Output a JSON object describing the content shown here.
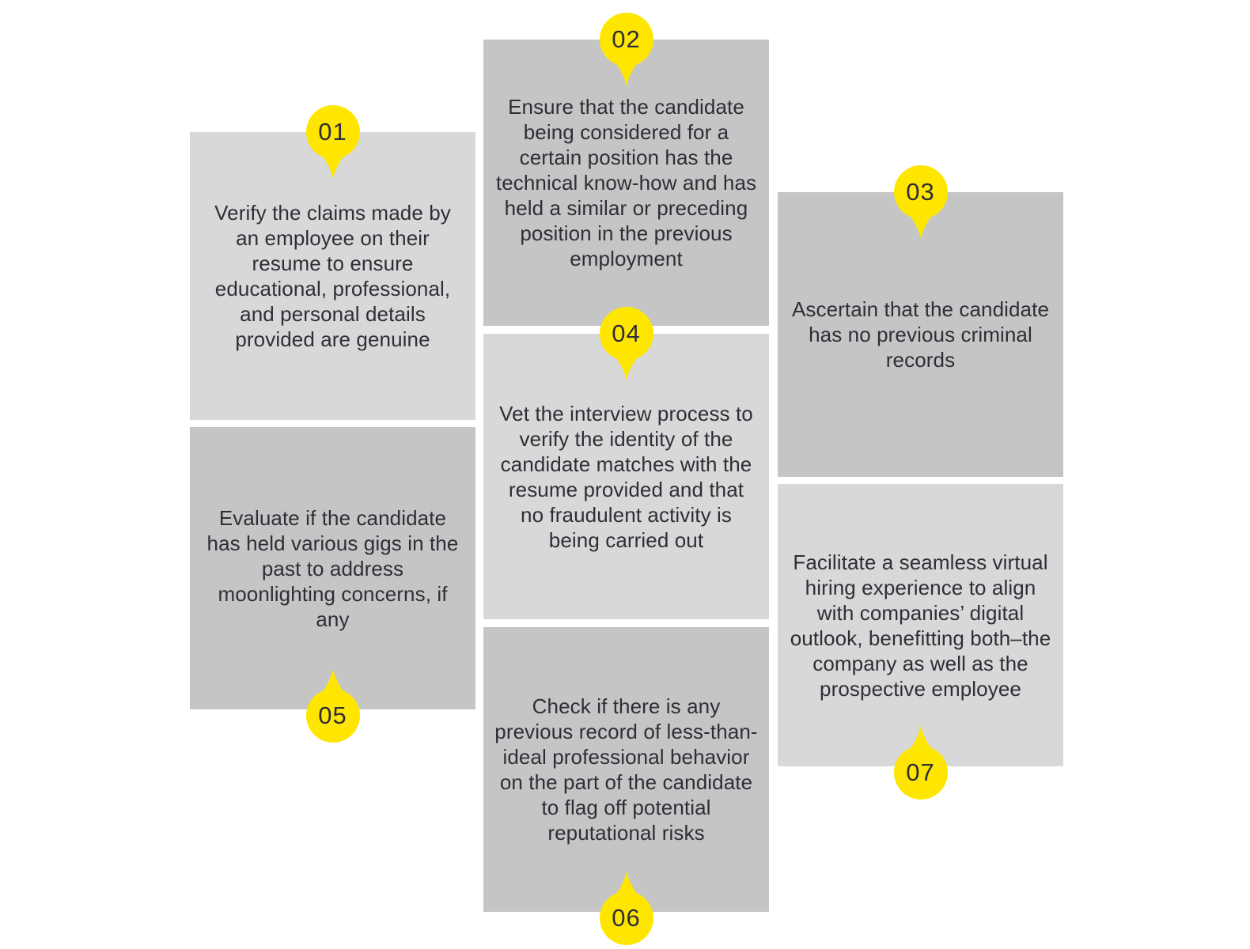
{
  "colors": {
    "badge_yellow": "#ffe600",
    "box_light_gray": "#d8d8d8",
    "box_dark_gray": "#c5c5c5",
    "text_dark": "#2e2e38"
  },
  "steps": [
    {
      "number": "01",
      "text": "Verify the claims made by an employee on their resume to ensure educational, professional, and personal details provided are genuine"
    },
    {
      "number": "02",
      "text": "Ensure that the candidate being considered for a certain position has the technical know-how and has held a similar or preceding position in the previous employment"
    },
    {
      "number": "03",
      "text": "Ascertain that the candidate has no previous criminal records"
    },
    {
      "number": "04",
      "text": "Vet the interview process to verify the identity of the candidate matches with the resume provided and that no fraudulent activity is being carried out"
    },
    {
      "number": "05",
      "text": "Evaluate if the candidate has held various gigs in the past to address moonlighting concerns, if any"
    },
    {
      "number": "06",
      "text": "Check if there is any previous record of less-than-ideal professional behavior on the part of the candidate to flag off potential reputational risks"
    },
    {
      "number": "07",
      "text": "Facilitate a seamless virtual hiring experience to align with companies’ digital outlook, benefitting both–the company as well as the prospective employee"
    }
  ]
}
